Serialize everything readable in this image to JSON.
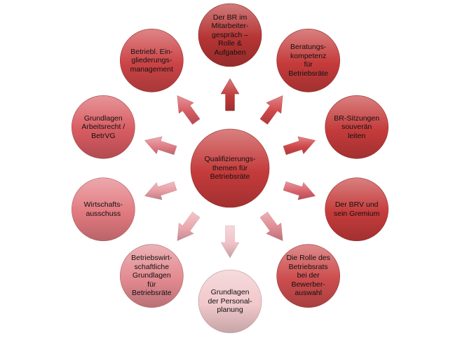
{
  "center": {
    "label": "Qualifizierungs-\nthemen für\nBetriebsräte",
    "color": "#c53b3b"
  },
  "nodes": [
    {
      "label": "Der BR im\nMitarbeiter-\ngespräch –\nRolle &\nAufgaben",
      "color": "#b63434"
    },
    {
      "label": "Beratungs-\nkompetenz\nfür\nBetriebsräte",
      "color": "#c53b3b"
    },
    {
      "label": "BR-Sitzungen\nsouverän\nleiten",
      "color": "#c53b3b"
    },
    {
      "label": "Der BRV und\nsein Gremium",
      "color": "#c53b3b"
    },
    {
      "label": "Die Rolle des\nBetriebsrats\nbei der\nBewerber-\nauswahl",
      "color": "#cd4d4e"
    },
    {
      "label": "Grundlagen\nder Personal-\nplanung",
      "color": "#f1c8cb"
    },
    {
      "label": "Betriebswirt-\nschaftliche\nGrundlagen\nfür\nBetriebsräte",
      "color": "#e28a90"
    },
    {
      "label": "Wirtschafts-\nausschuss",
      "color": "#e17a80"
    },
    {
      "label": "Grundlagen\nArbeitsrecht /\nBetrVG",
      "color": "#d85c62"
    },
    {
      "label": "Betriebl. Ein-\ngliederungs-\nmanagement",
      "color": "#cc4446"
    }
  ],
  "arrow_colors": [
    "#c0393a",
    "#d0474a",
    "#d0474a",
    "#d8606a",
    "#e08a92",
    "#f0c2c7",
    "#eba8ae",
    "#e79aa1",
    "#e07d85",
    "#d65d64"
  ]
}
